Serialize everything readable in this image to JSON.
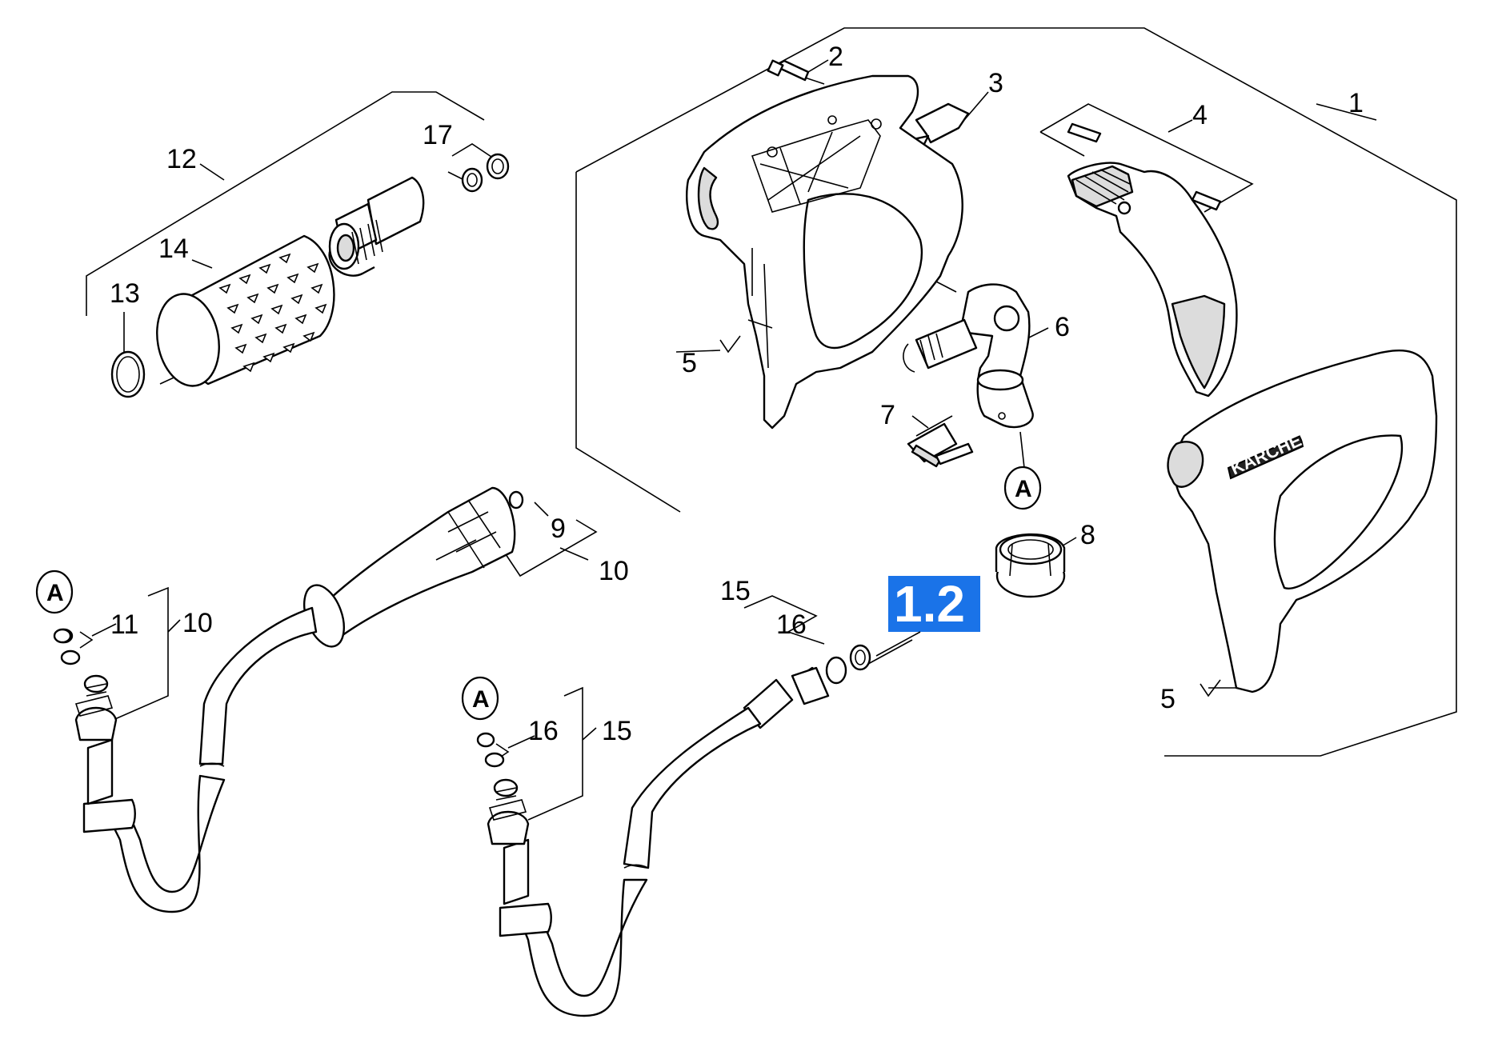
{
  "callouts": [
    {
      "id": "label-1",
      "text": "1"
    },
    {
      "id": "label-2",
      "text": "2"
    },
    {
      "id": "label-3",
      "text": "3"
    },
    {
      "id": "label-4",
      "text": "4"
    },
    {
      "id": "label-5a",
      "text": "5"
    },
    {
      "id": "label-5b",
      "text": "5"
    },
    {
      "id": "label-6",
      "text": "6"
    },
    {
      "id": "label-7",
      "text": "7"
    },
    {
      "id": "label-8",
      "text": "8"
    },
    {
      "id": "label-9",
      "text": "9"
    },
    {
      "id": "label-10a",
      "text": "10"
    },
    {
      "id": "label-10b",
      "text": "10"
    },
    {
      "id": "label-11",
      "text": "11"
    },
    {
      "id": "label-12",
      "text": "12"
    },
    {
      "id": "label-13",
      "text": "13"
    },
    {
      "id": "label-14",
      "text": "14"
    },
    {
      "id": "label-15a",
      "text": "15"
    },
    {
      "id": "label-15b",
      "text": "15"
    },
    {
      "id": "label-16a",
      "text": "16"
    },
    {
      "id": "label-16b",
      "text": "16"
    },
    {
      "id": "label-17",
      "text": "17"
    }
  ],
  "circle_marker_text": "A",
  "highlight_badge": {
    "text": "1.2",
    "color": "#1a73e8"
  },
  "brand_text": "KÄRCHER"
}
